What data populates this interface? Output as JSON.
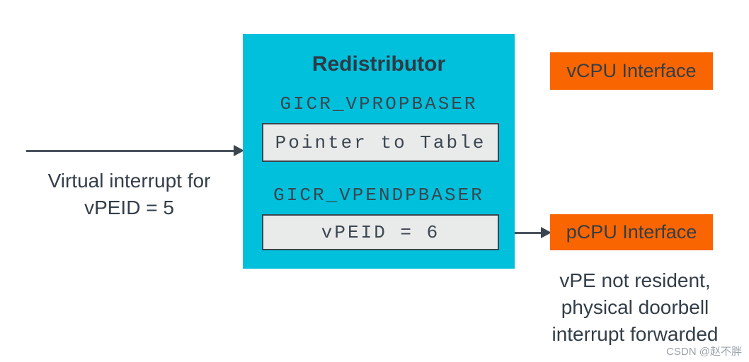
{
  "colors": {
    "redistributor_bg": "#00c0dc",
    "interface_bg": "#f96500",
    "dark_text": "#333e48",
    "register_box_bg": "#e9ebeb",
    "register_box_border": "#3b454f",
    "arrow": "#49525c",
    "watermark": "#9ba2aa"
  },
  "left_annotation": {
    "line1": "Virtual interrupt for",
    "line2": "vPEID = 5"
  },
  "redistributor": {
    "title": "Redistributor",
    "registers": [
      {
        "name": "GICR_VPROPBASER",
        "value": "Pointer to Table"
      },
      {
        "name": "GICR_VPENDPBASER",
        "value": "vPEID = 6"
      }
    ]
  },
  "interfaces": {
    "vcpu": "vCPU Interface",
    "pcpu": "pCPU Interface"
  },
  "note": {
    "line1": "vPE not resident,",
    "line2": "physical doorbell",
    "line3": "interrupt forwarded"
  },
  "watermark": "CSDN @赵不胖"
}
